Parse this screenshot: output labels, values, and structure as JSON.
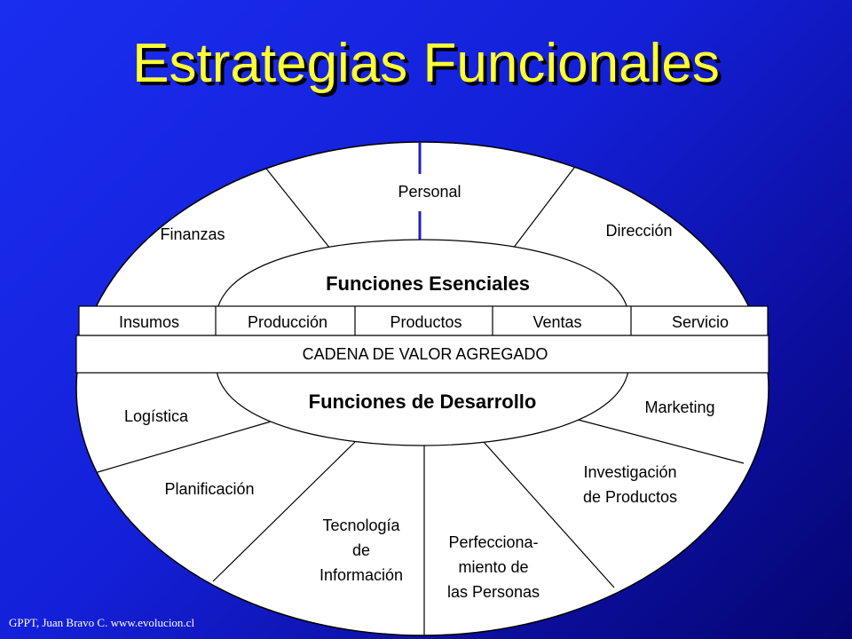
{
  "title": "Estrategias Funcionales",
  "footer": "GPPT, Juan Bravo C. www.evolucion.cl",
  "colors": {
    "title": "#ffff33",
    "background": "#1420d8",
    "divider": "#2020c0"
  },
  "top_segments": [
    "Finanzas",
    "Personal",
    "Dirección"
  ],
  "essential_title": "Funciones Esenciales",
  "value_chain": [
    "Insumos",
    "Producción",
    "Productos",
    "Ventas",
    "Servicio"
  ],
  "value_chain_band": "CADENA DE VALOR AGREGADO",
  "development_title": "Funciones de Desarrollo",
  "bottom_segments": {
    "logistica": "Logística",
    "marketing": "Marketing",
    "planificacion": "Planificación",
    "investigacion": [
      "Investigación",
      "de Productos"
    ],
    "tecnologia": [
      "Tecnología",
      "de",
      "Información"
    ],
    "perfeccionamiento": [
      "Perfecciona-",
      "miento de",
      "las Personas"
    ]
  }
}
